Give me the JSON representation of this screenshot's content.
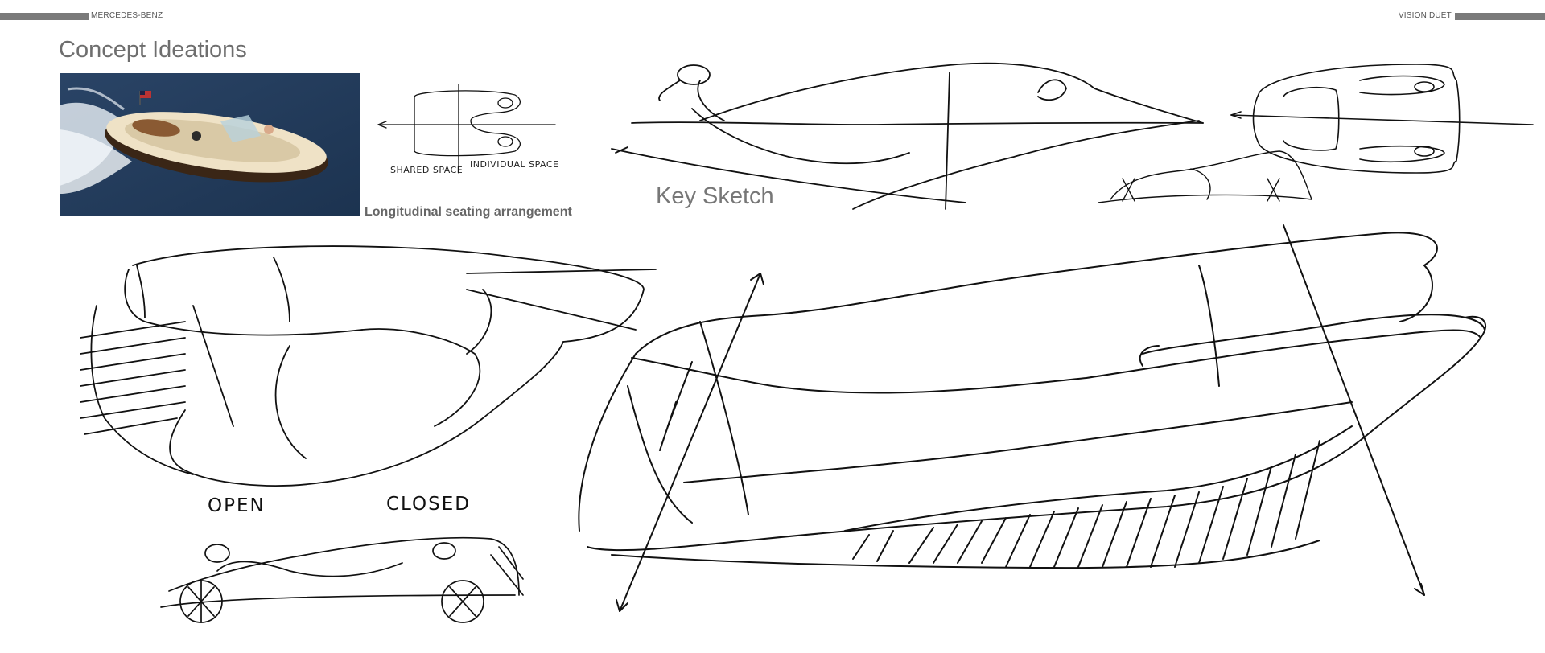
{
  "header": {
    "brand_left": "MERCEDES-BENZ",
    "brand_right": "VISION DUET"
  },
  "page": {
    "title": "Concept Ideations",
    "photo_caption": "Longitudinal seating arrangement",
    "key_sketch_label": "Key Sketch"
  },
  "seating_diagram": {
    "shared_label": "SHARED SPACE",
    "individual_label": "INDIVIDUAL SPACE"
  },
  "sketch_labels": {
    "open": "OPEN",
    "closed": "CLOSED"
  },
  "colors": {
    "header_bar": "#7a7a7a",
    "title_text": "#6e6e6e",
    "ink": "#111111",
    "water": "#2f4a6a"
  }
}
